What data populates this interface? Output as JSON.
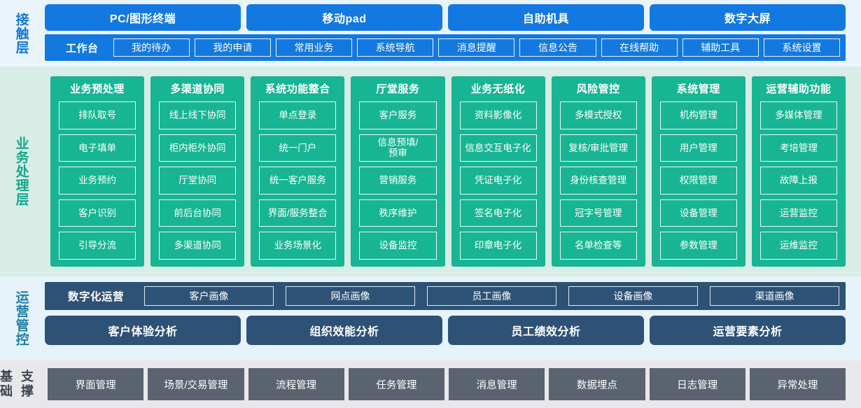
{
  "layers": {
    "contact": {
      "label": "接触层",
      "terminals": [
        {
          "label": "PC/图形终端"
        },
        {
          "label": "移动pad"
        },
        {
          "label": "自助机具"
        },
        {
          "label": "数字大屏"
        }
      ],
      "workbench_title": "工作台",
      "workbench_buttons": [
        {
          "label": "我的待办"
        },
        {
          "label": "我的申请"
        },
        {
          "label": "常用业务"
        },
        {
          "label": "系统导航"
        },
        {
          "label": "消息提醒"
        },
        {
          "label": "信息公告"
        },
        {
          "label": "在线帮助"
        },
        {
          "label": "辅助工具"
        },
        {
          "label": "系统设置"
        }
      ]
    },
    "business": {
      "label": "业务处理层",
      "columns": [
        {
          "title": "业务预处理",
          "items": [
            "排队取号",
            "电子填单",
            "业务预约",
            "客户识别",
            "引导分流"
          ]
        },
        {
          "title": "多渠道协同",
          "items": [
            "线上线下协同",
            "柜内柜外协同",
            "厅堂协同",
            "前后台协同",
            "多渠道协同"
          ]
        },
        {
          "title": "系统功能整合",
          "items": [
            "单点登录",
            "统一门户",
            "统一客户服务",
            "界面/服务整合",
            "业务场景化"
          ]
        },
        {
          "title": "厅堂服务",
          "items": [
            "客户服务",
            "信息预填/\n预审",
            "营销服务",
            "秩序维护",
            "设备监控"
          ]
        },
        {
          "title": "业务无纸化",
          "items": [
            "资料影像化",
            "信息交互电子化",
            "凭证电子化",
            "签名电子化",
            "印章电子化"
          ]
        },
        {
          "title": "风险管控",
          "items": [
            "多模式授权",
            "复核/审批管理",
            "身份核查管理",
            "冠字号管理",
            "名单检查等"
          ]
        },
        {
          "title": "系统管理",
          "items": [
            "机构管理",
            "用户管理",
            "权限管理",
            "设备管理",
            "参数管理"
          ]
        },
        {
          "title": "运营辅助功能",
          "items": [
            "多媒体管理",
            "考培管理",
            "故障上报",
            "运营监控",
            "运维监控"
          ]
        }
      ]
    },
    "operations": {
      "label": "运营管控",
      "digital_title": "数字化运营",
      "portrait_buttons": [
        {
          "label": "客户画像"
        },
        {
          "label": "网点画像"
        },
        {
          "label": "员工画像"
        },
        {
          "label": "设备画像"
        },
        {
          "label": "渠道画像"
        }
      ],
      "analysis_cards": [
        {
          "label": "客户体验分析"
        },
        {
          "label": "组织效能分析"
        },
        {
          "label": "员工绩效分析"
        },
        {
          "label": "运营要素分析"
        }
      ]
    },
    "foundation": {
      "label_line1": "基础",
      "label_line2": "支撑",
      "cards": [
        {
          "label": "界面管理"
        },
        {
          "label": "场景/交易管理"
        },
        {
          "label": "流程管理"
        },
        {
          "label": "任务管理"
        },
        {
          "label": "消息管理"
        },
        {
          "label": "数据埋点"
        },
        {
          "label": "日志管理"
        },
        {
          "label": "异常处理"
        }
      ]
    }
  },
  "colors": {
    "contact_bg": "#eaf4fd",
    "contact_accent": "#1379e0",
    "business_bg": "#d8ede6",
    "business_accent": "#17b593",
    "operations_bg": "#e6f3fb",
    "operations_accent": "#2e5275",
    "foundation_bg": "#e8e8ea",
    "foundation_accent": "#5b6370"
  }
}
